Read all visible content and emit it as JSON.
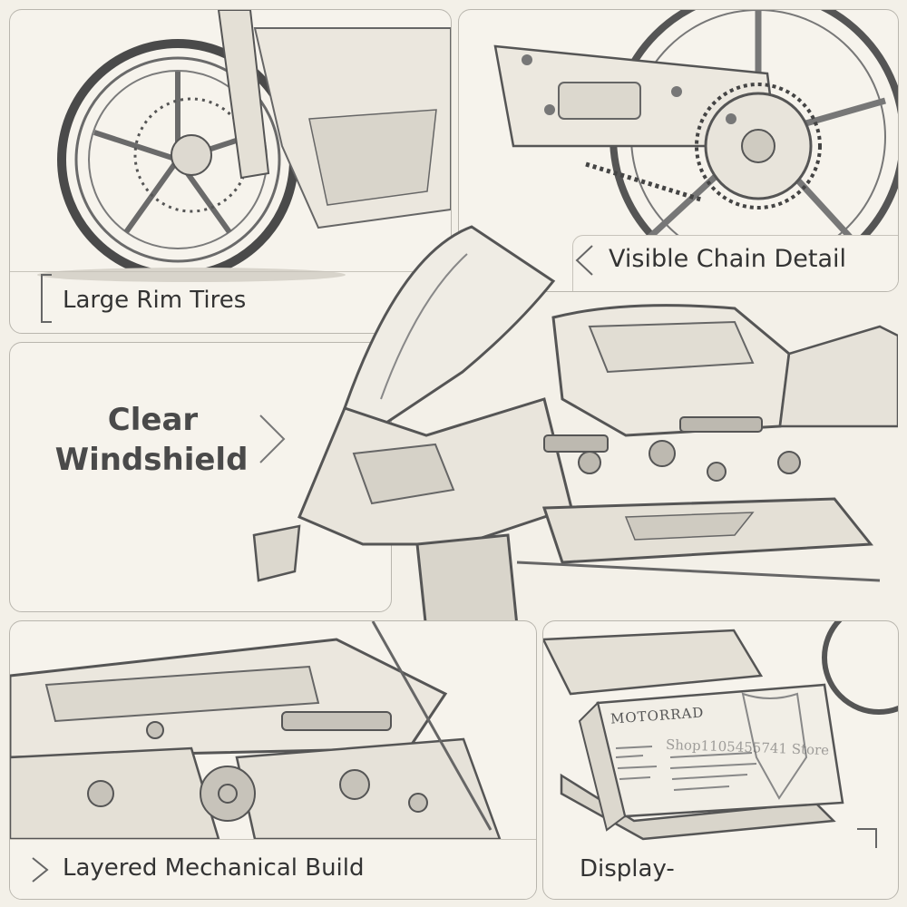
{
  "panels": {
    "top_left": {
      "label": "Large Rim Tires"
    },
    "top_right": {
      "label": "Visible Chain Detail"
    },
    "middle_left": {
      "label_line1": "Clear",
      "label_line2": "Windshield"
    },
    "bottom_left": {
      "label": "Layered Mechanical Build"
    },
    "bottom_right": {
      "label": "Display-"
    }
  },
  "display_plaque": {
    "title": "MOTORRAD"
  },
  "watermark": "Shop1105455741 Store",
  "icons": {
    "top_left": "corner-bracket-icon",
    "top_right": "triangle-left-icon",
    "middle_left": "triangle-right-icon",
    "bottom_left": "triangle-right-icon",
    "bottom_right": "corner-bracket-icon"
  },
  "colors": {
    "background": "#f3f0e8",
    "panel_border": "#b9b6ae",
    "text": "#333333",
    "sketch": "#5a5a5a"
  }
}
